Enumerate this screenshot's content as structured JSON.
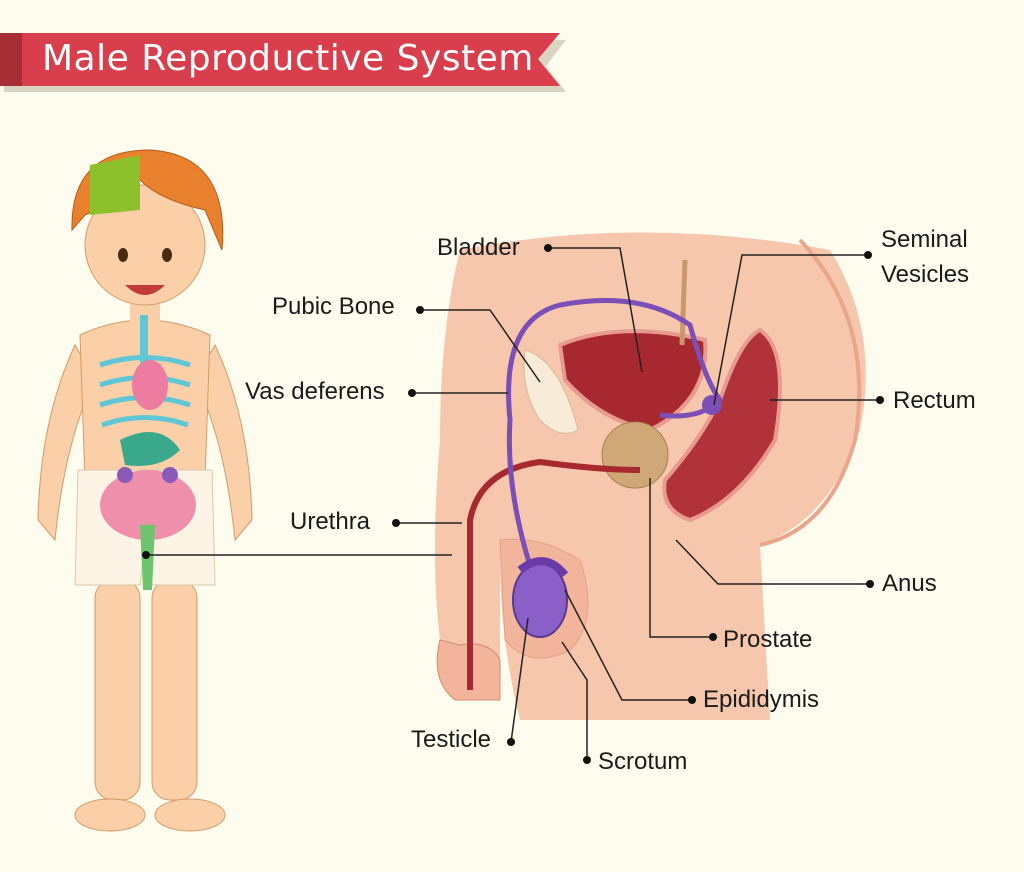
{
  "title": "Male Reproductive System",
  "colors": {
    "banner": "#d83e4b",
    "banner_dark": "#a82e36",
    "background": "#fefcef",
    "skin": "#f4bfa4",
    "vas": "#7b4fb5",
    "organ": "#b2323a"
  },
  "labels": {
    "bladder": "Bladder",
    "seminal_vesicles_1": "Seminal",
    "seminal_vesicles_2": "Vesicles",
    "pubic_bone": "Pubic Bone",
    "vas_deferens": "Vas deferens",
    "rectum": "Rectum",
    "urethra": "Urethra",
    "anus": "Anus",
    "prostate": "Prostate",
    "epididymis": "Epididymis",
    "testicle": "Testicle",
    "scrotum": "Scrotum"
  }
}
